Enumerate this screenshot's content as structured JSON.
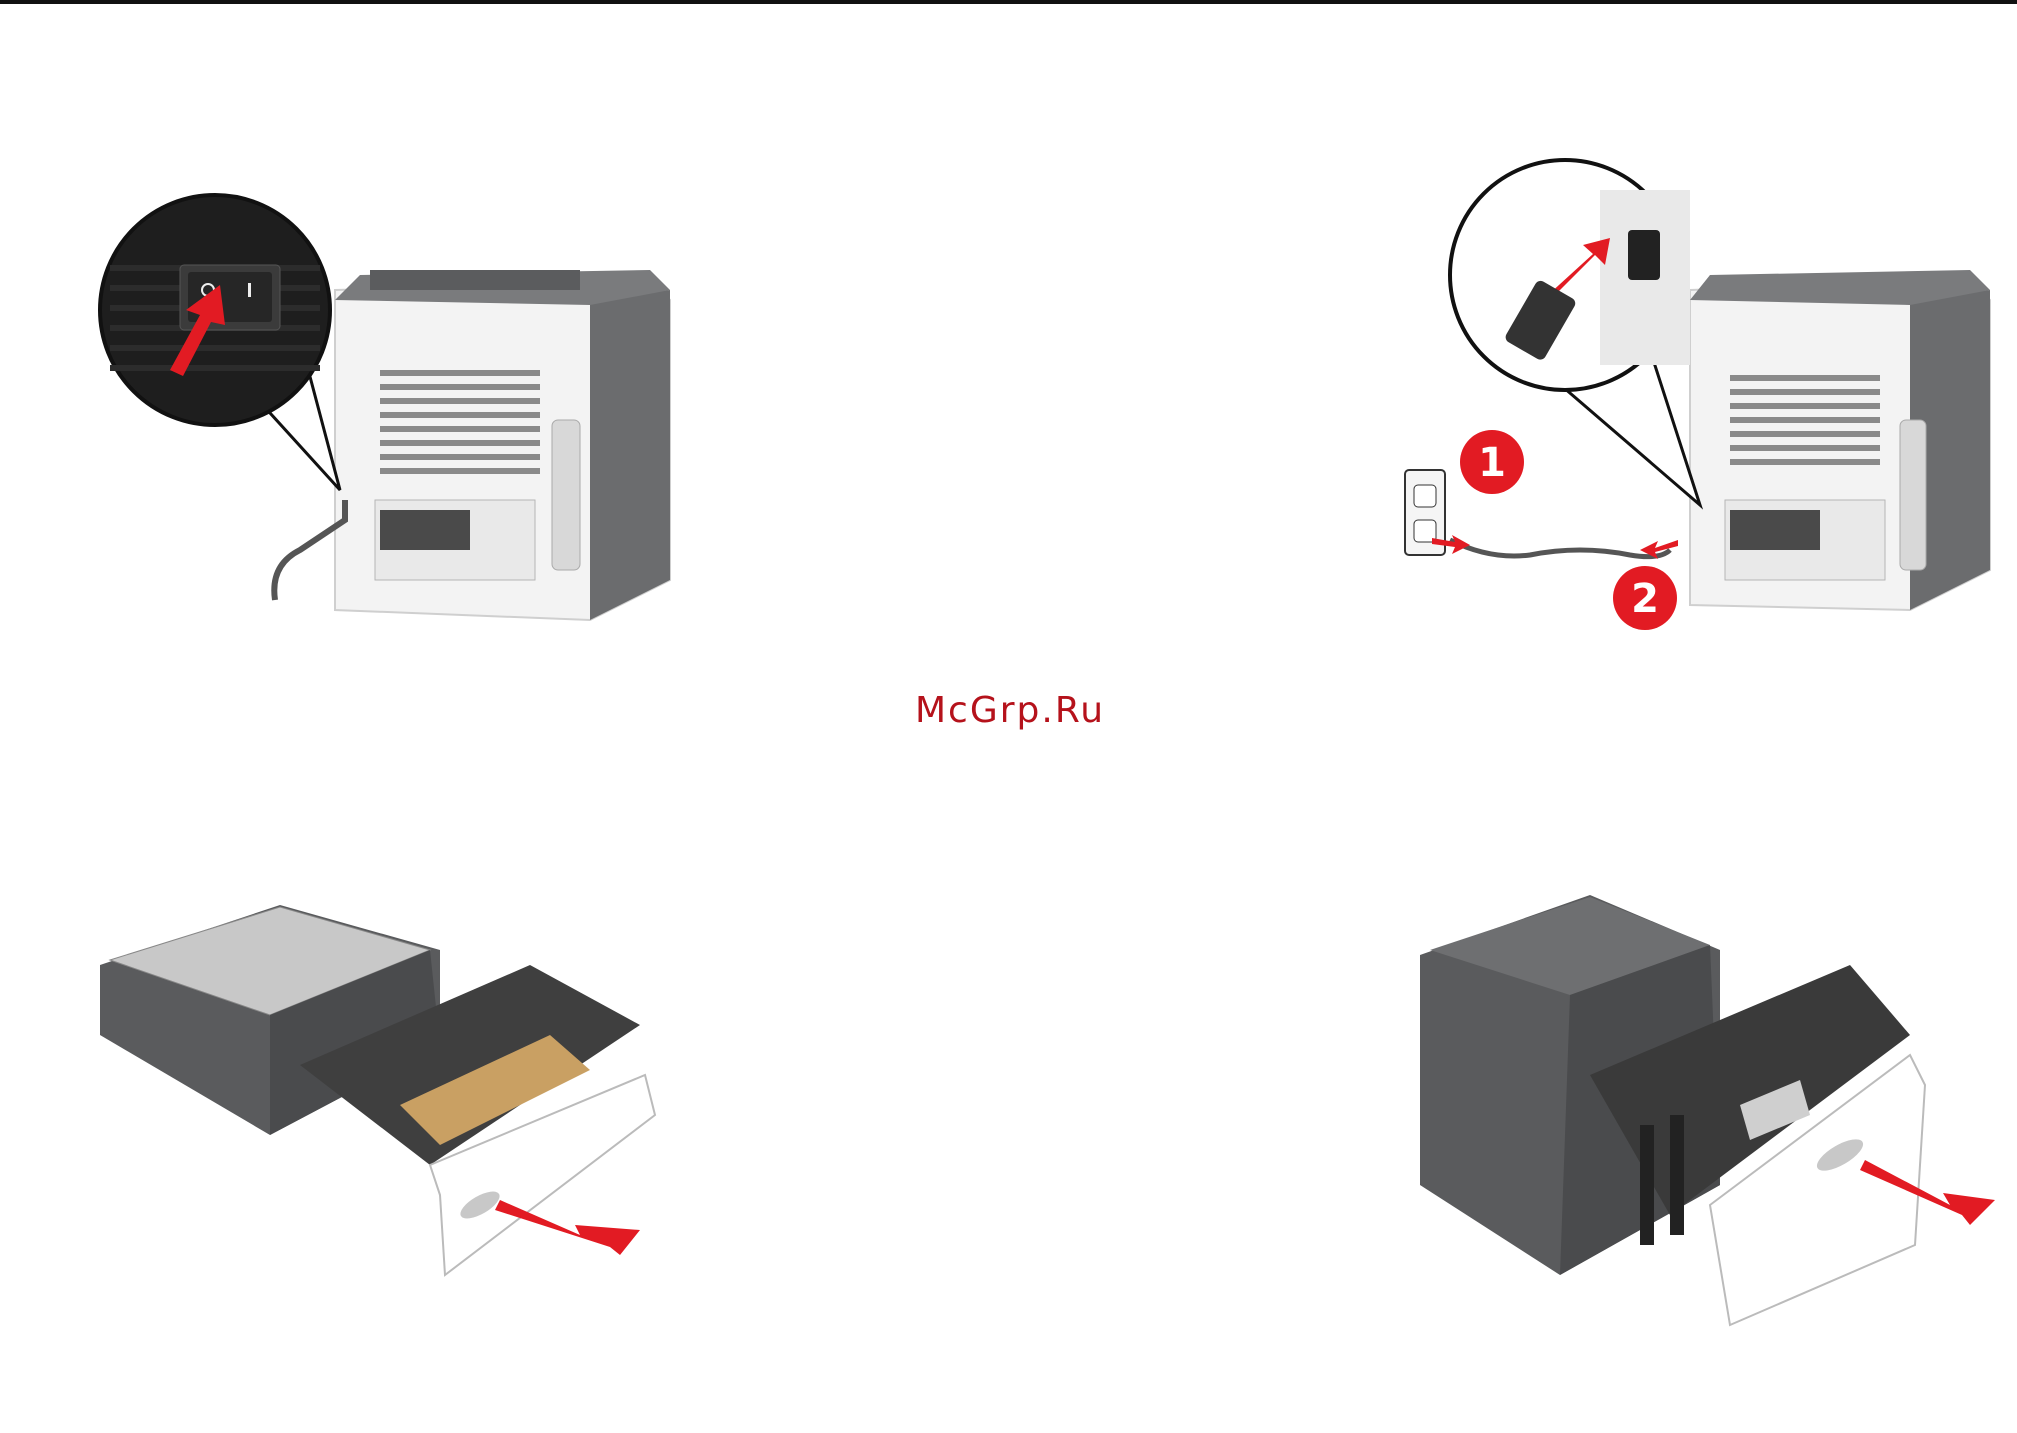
{
  "watermark": {
    "text": "McGrp.Ru",
    "color": "#b5121b"
  },
  "illustrations": {
    "power_switch": {
      "icon": "power-switch-icon",
      "switch_symbols": [
        "O",
        "I"
      ]
    },
    "power_cord": {
      "icon": "power-cord-icon",
      "steps": [
        "1",
        "2"
      ]
    },
    "tray_standard": {
      "icon": "paper-tray-icon"
    },
    "tray_large": {
      "icon": "large-capacity-tray-icon"
    }
  },
  "colors": {
    "accent_red": "#e21b23",
    "printer_gray": "#5a5b5d",
    "printer_white": "#f4f4f4"
  }
}
